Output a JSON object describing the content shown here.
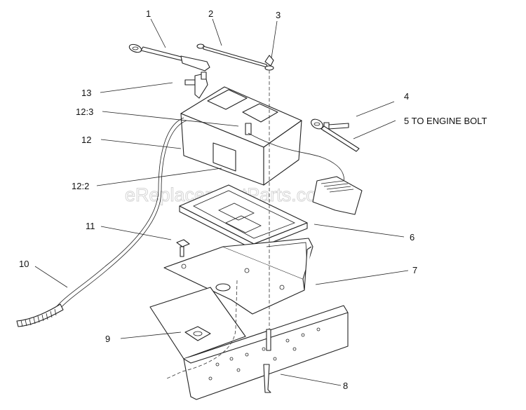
{
  "watermark": "eReplacementParts.com",
  "callouts": [
    {
      "id": "1",
      "text": "1"
    },
    {
      "id": "2",
      "text": "2"
    },
    {
      "id": "3",
      "text": "3"
    },
    {
      "id": "4",
      "text": "4"
    },
    {
      "id": "5",
      "text": "5  TO ENGINE BOLT"
    },
    {
      "id": "6",
      "text": "6"
    },
    {
      "id": "7",
      "text": "7"
    },
    {
      "id": "8",
      "text": "8"
    },
    {
      "id": "9",
      "text": "9"
    },
    {
      "id": "10",
      "text": "10"
    },
    {
      "id": "11",
      "text": "11"
    },
    {
      "id": "12",
      "text": "12"
    },
    {
      "id": "12-2",
      "text": "12:2"
    },
    {
      "id": "12-3",
      "text": "12:3"
    },
    {
      "id": "13",
      "text": "13"
    }
  ]
}
